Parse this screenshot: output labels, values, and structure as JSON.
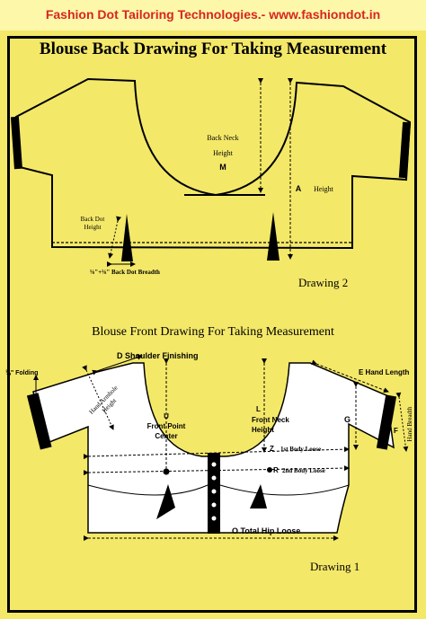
{
  "header": {
    "text": "Fashion Dot Tailoring Technologies.- www.fashiondot.in"
  },
  "back": {
    "title": "Blouse Back Drawing For Taking Measurement",
    "label_back_neck": "Back Neck",
    "label_height": "Height",
    "label_m": "M",
    "label_a": "A",
    "label_a_height": "Height",
    "label_back_dot": "Back Dot",
    "label_back_dot_height": "Height",
    "label_breadth": "⅛\"+⅛\" Back Dot Breadth",
    "drawing": "Drawing 2"
  },
  "front": {
    "title": "Blouse Front Drawing For Taking Measurement",
    "label_d": "D Shoulder Finishing",
    "label_folding": "¾\" Folding",
    "label_armhole": "Hand Armhole",
    "label_armhole_height": "Height",
    "label_u": "U",
    "label_front_point": "Front Point",
    "label_center": "Center",
    "label_l": "L",
    "label_front_neck": "Front Neck",
    "label_front_neck_height": "Height",
    "label_z": "Z",
    "label_z_text": "1st Body Loose",
    "label_r": "R",
    "label_r_text": "2nd Body Loose",
    "label_o": "O Total Hip Loose",
    "label_e": "E Hand Length",
    "label_g": "G",
    "label_f": "F",
    "label_hand_breadth": "Hand Breadth",
    "drawing": "Drawing 1"
  },
  "colors": {
    "background": "#F4E869",
    "header_bg": "#FDF7AA",
    "header_text": "#D7261F",
    "line": "#000000",
    "garment": "#FFFFFF"
  }
}
